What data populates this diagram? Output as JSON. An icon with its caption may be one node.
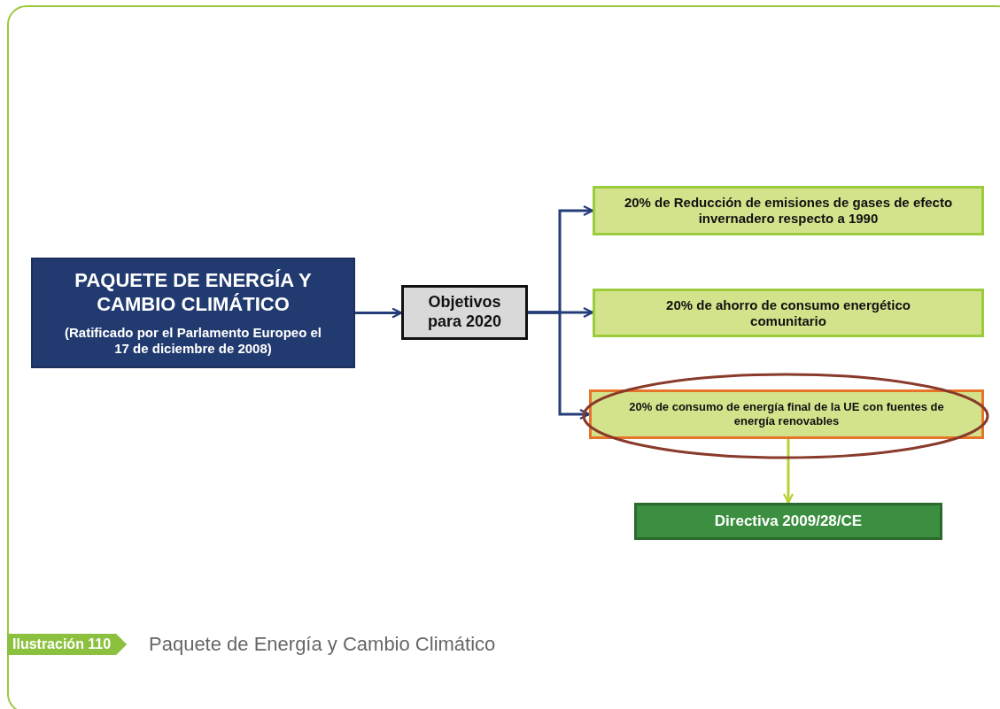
{
  "diagram": {
    "caption": "Paquete de Energía y Cambio Climático",
    "nodes": [
      {
        "text": [
          "PAQUETE DE ENERGÍA Y CAMBIO CLIMÁTICO",
          "(Ratificado por el Parlamento Europeo el 17 de diciembre de 2008)"
        ]
      },
      {
        "text": [
          "Objetivos para 2020"
        ]
      },
      {
        "text": [
          "20% de Reducción de emisiones de gases de efecto invernadero respecto a 1990"
        ]
      },
      {
        "text": [
          "20% de ahorro de consumo energético comunitario"
        ]
      },
      {
        "text": [
          "20% de consumo de energía final de la UE con fuentes de energía renovables"
        ]
      },
      {
        "text": [
          "Directiva 2009/28/CE"
        ]
      }
    ],
    "edges": [
      {
        "from": 0,
        "to": 1,
        "arrow": "to"
      },
      {
        "from": 1,
        "to": 2,
        "arrow": "to"
      },
      {
        "from": 1,
        "to": 3,
        "arrow": "to"
      },
      {
        "from": 1,
        "to": 4,
        "arrow": "to"
      },
      {
        "from": 4,
        "to": 5,
        "arrow": "to",
        "color": "#b5d334"
      }
    ],
    "labels": [
      "Ilustración 110"
    ]
  }
}
